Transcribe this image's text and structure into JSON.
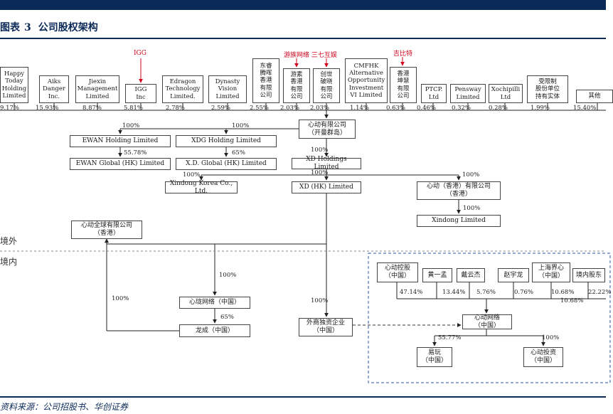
{
  "header": {
    "chart_label": "图表",
    "chart_number": "3",
    "title": "公司股权架构"
  },
  "zones": {
    "outside": "境外",
    "inside": "境内"
  },
  "source": "资料来源：公司招股书、华创证券",
  "shareholders": [
    {
      "name": "Happy\nToday\nHolding\nLimited",
      "pct": "9.17%"
    },
    {
      "name": "Aiks\nDanger\nInc.",
      "pct": "15.93%"
    },
    {
      "name": "Jiexin\nManagement\nLimited",
      "pct": "8.87%"
    },
    {
      "name": "IGG\nInc",
      "pct": "5.81%"
    },
    {
      "name": "Edragon\nTechnology\nLimited.",
      "pct": "2.78%"
    },
    {
      "name": "Dynasty\nVision\nLimited",
      "pct": "2.59%"
    },
    {
      "name": "东睿\n腾晖\n香港\n有限\n公司",
      "pct": "2.55%"
    },
    {
      "name": "游素\n香港\n有限\n公司",
      "pct": "2.03%"
    },
    {
      "name": "创世\n破晓\n有限\n公司",
      "pct": "2.03%"
    },
    {
      "name": "CMFHK\nAlternative\nOpportunity\nInvestment\nVI Limited",
      "pct": "1.14%"
    },
    {
      "name": "香港\n坤慧\n有限\n公司",
      "pct": "0.63%"
    },
    {
      "name": "PTCP.\nLtd",
      "pct": "0.46%"
    },
    {
      "name": "Pensway\nLimited",
      "pct": "0.32%"
    },
    {
      "name": "Xochipilli\nLtd",
      "pct": "0.28%"
    },
    {
      "name": "受限制\n股份单位\n持有实体",
      "pct": "1.99%"
    },
    {
      "name": "其他",
      "pct": "15.40%"
    }
  ],
  "parent_labels": {
    "igg": "IGG",
    "youzu_37": "游族网络 三七互娱",
    "jiren": "吉比特"
  },
  "entities": {
    "xd_cayman": "心动有限公司\n（开曼群岛）",
    "ewan_holding": "EWAN Holding Limited",
    "ewan_global": "EWAN Global (HK) Limited",
    "xdg_holding": "XDG Holding Limited",
    "xd_global": "X.D. Global (HK) Limited",
    "xd_holdings": "XD Holdings Limited",
    "xindong_korea": "Xindong Korea Co., Ltd.",
    "xd_hk": "XD (HK) Limited",
    "xindong_hk": "心动（香港）有限公司\n（香港）",
    "xindong_limited": "Xindong Limited",
    "xindong_global": "心动全球有限公司\n（香港）",
    "xinhuan": "心珑网络（中国）",
    "longcheng": "龙成（中国）",
    "wofe": "外商独资企业\n（中国）",
    "xd_control": "心动控股\n（中国）",
    "huang": "黄一孟",
    "dai": "戴云杰",
    "zhao": "赵宇龙",
    "shanghai": "上海界心\n（中国）",
    "domestic": "境内股东",
    "xd_network": "心动网络\n（中国）",
    "yiwan": "易玩\n（中国）",
    "xd_invest": "心动投资\n（中国）"
  },
  "percents": {
    "ewan_holding": "100%",
    "ewan_global": "55.78%",
    "xdg_holding": "100%",
    "xd_global": "65%",
    "xd_holdings": "100%",
    "xd_hk": "100%",
    "korea": "100%",
    "xindong_hk": "100%",
    "xindong_limited": "100%",
    "xinhuan": "100%",
    "global_hk": "100%",
    "longcheng": "65%",
    "wofe": "100%",
    "d_control": "47.14%",
    "d_huang": "13.44%",
    "d_dai": "5.76%",
    "d_zhao": "0.76%",
    "d_shanghai": "10.68%",
    "d_shanghai2": "10.68%",
    "d_domestic": "22.22%",
    "yiwan": "55.77%",
    "invest": "100%"
  }
}
